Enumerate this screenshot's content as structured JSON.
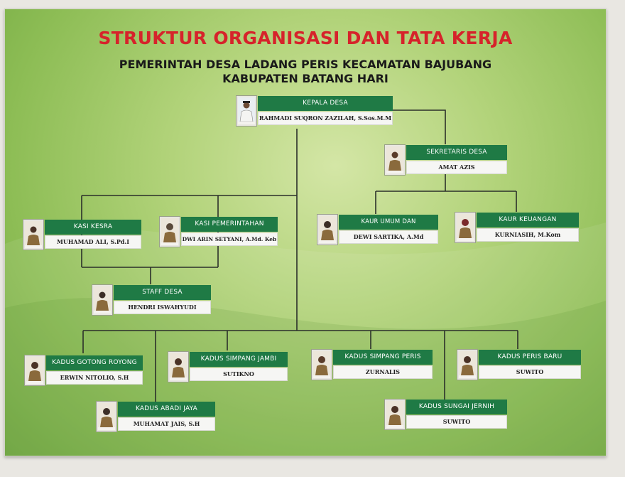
{
  "header": {
    "title": "STRUKTUR ORGANISASI DAN TATA KERJA",
    "subtitle1": "PEMERINTAH DESA LADANG PERIS KECAMATAN BAJUBANG",
    "subtitle2": "KABUPATEN BATANG HARI"
  },
  "colors": {
    "title_red": "#d6232b",
    "header_green": "#1f7a45",
    "board_green": "#8dbd55"
  },
  "positions": [
    {
      "key": "kepala",
      "title": "KEPALA DESA",
      "name": "RAHMADI SUQRON ZAZILAH, S.Sos.M.M"
    },
    {
      "key": "sekdes",
      "title": "SEKRETARIS DESA",
      "name": "AMAT AZIS"
    },
    {
      "key": "kaur_umum",
      "title": "KAUR UMUM DAN PERENCANAAN",
      "name": "DEWI SARTIKA, A.Md"
    },
    {
      "key": "kaur_keu",
      "title": "KAUR KEUANGAN",
      "name": "KURNIASIH, M.Kom"
    },
    {
      "key": "kasi_kesra",
      "title": "KASI KESRA",
      "name": "MUHAMAD ALI, S.Pd.I"
    },
    {
      "key": "kasi_pem",
      "title": "KASI PEMERINTAHAN",
      "name": "DWI ARIN SETYANI, A.Md. Keb"
    },
    {
      "key": "staff",
      "title": "STAFF DESA",
      "name": "HENDRI ISWAHYUDI"
    },
    {
      "key": "kadus_gr",
      "title": "KADUS GOTONG ROYONG",
      "name": "ERWIN NITOLIO, S.H"
    },
    {
      "key": "kadus_sj",
      "title": "KADUS SIMPANG JAMBI",
      "name": "SUTIKNO"
    },
    {
      "key": "kadus_sp",
      "title": "KADUS SIMPANG PERIS",
      "name": "ZURNALIS"
    },
    {
      "key": "kadus_pb",
      "title": "KADUS PERIS BARU",
      "name": "SUWITO"
    },
    {
      "key": "kadus_aj",
      "title": "KADUS ABADI JAYA",
      "name": "MUHAMAT JAIS, S.H"
    },
    {
      "key": "kadus_sgj",
      "title": "KADUS SUNGAI JERNIH",
      "name": "SUWITO"
    }
  ]
}
